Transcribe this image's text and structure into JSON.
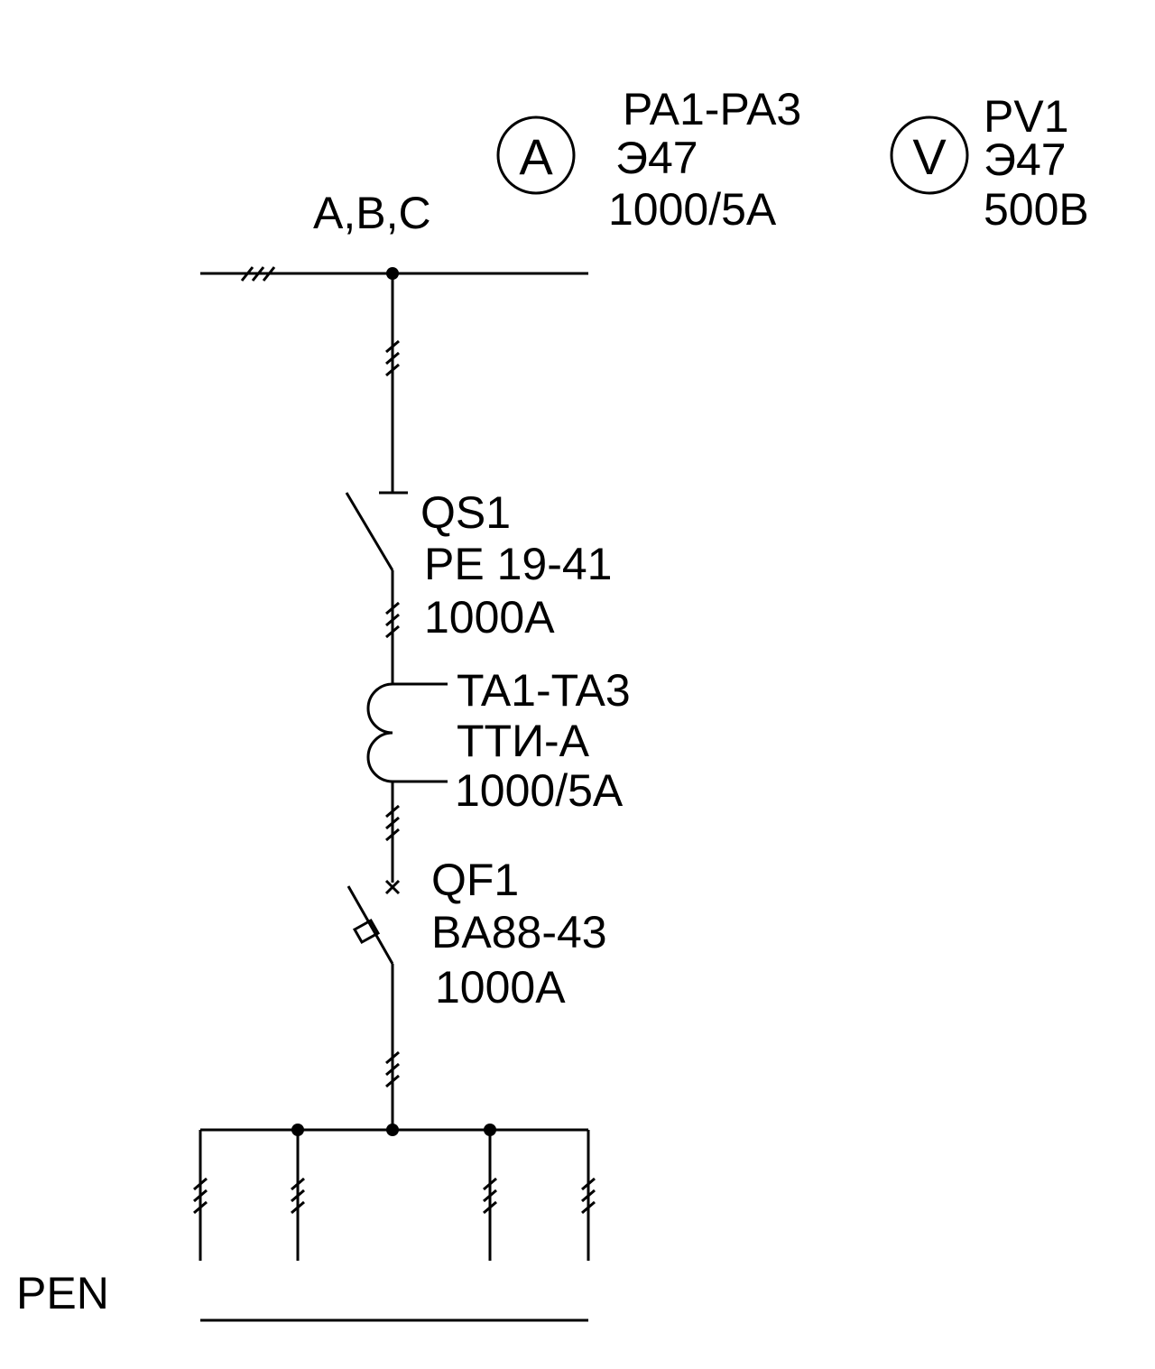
{
  "bus": {
    "phases_label": "A,B,C"
  },
  "ammeter": {
    "symbol": "A",
    "label": "PA1-PA3",
    "type": "Э47",
    "rating": "1000/5A"
  },
  "voltmeter": {
    "symbol": "V",
    "label": "PV1",
    "type": "Э47",
    "rating": "500B"
  },
  "disconnector": {
    "label": "QS1",
    "type": "PE 19-41",
    "rating": "1000A"
  },
  "current_transformer": {
    "label": "TA1-TA3",
    "type": "ТТИ-А",
    "rating": "1000/5A"
  },
  "breaker": {
    "label": "QF1",
    "type": "BA88-43",
    "rating": "1000A"
  },
  "pen": {
    "label": "PEN"
  }
}
